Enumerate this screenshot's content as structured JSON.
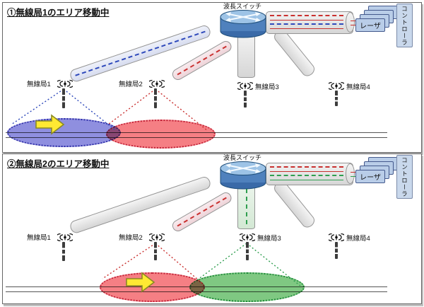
{
  "panel1": {
    "title": "①無線局1のエリア移動中",
    "wavelength_switch_label": "波長スイッチ",
    "laser_label": "レーザ",
    "controller_label": "コントローラ",
    "stations": [
      "無線局1",
      "無線局2",
      "無線局3",
      "無線局4"
    ]
  },
  "panel2": {
    "title": "②無線局2のエリア移動中",
    "wavelength_switch_label": "波長スイッチ",
    "laser_label": "レーザ",
    "controller_label": "コントローラ",
    "stations": [
      "無線局1",
      "無線局2",
      "無線局3",
      "無線局4"
    ]
  },
  "colors": {
    "station1_wavelength_blue": "#2e49bb",
    "station2_wavelength_red": "#c9302f",
    "station3_wavelength_green": "#2f9e4f",
    "coverage_area_blue": "#8f8fdf",
    "coverage_area_red": "#f57f84",
    "coverage_area_green": "#7fc882",
    "move_arrow_yellow": "#ffe933",
    "switch_body_blue": "#4f81bd",
    "laser_box_blue": "#b9cde8"
  },
  "icons": {
    "switch": "wavelength-switch-cylinder",
    "antenna": "radio-antenna",
    "arrow": "move-right-arrow"
  }
}
